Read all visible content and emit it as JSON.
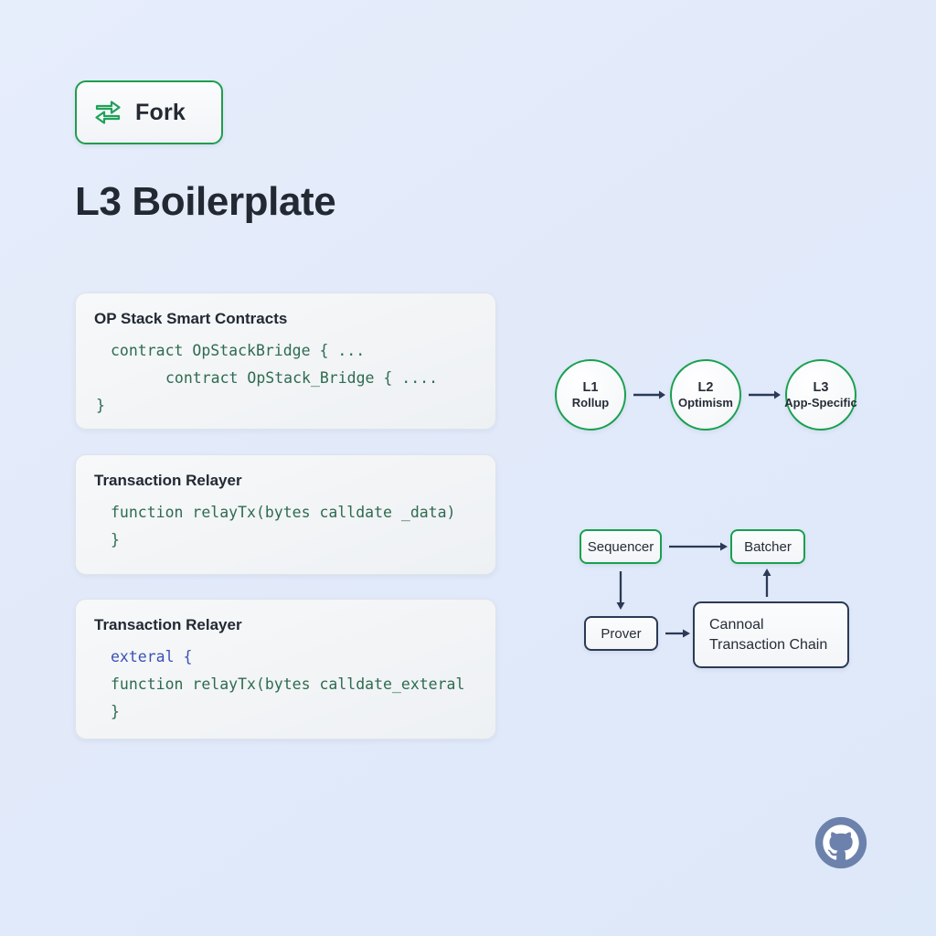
{
  "page": {
    "title": "L3 Boilerplate",
    "background_color": "#e3ebfa"
  },
  "fork_button": {
    "label": "Fork",
    "icon": "fork-swap-arrows-icon",
    "border_color": "#1f9d4d"
  },
  "cards": [
    {
      "title": "OP Stack Smart Contracts",
      "code_lines": [
        "contract OpStackBridge { ...",
        "contract OpStack_Bridge { ....",
        "}"
      ]
    },
    {
      "title": "Transaction Relayer",
      "code_lines": [
        "function relayTx(bytes calldate _data)",
        "}"
      ]
    },
    {
      "title": "Transaction Relayer",
      "code_lines": [
        "exteral {",
        "function relayTx(bytes calldate_exteral",
        "}"
      ]
    }
  ],
  "layer_chain": {
    "nodes": [
      {
        "label": "L1",
        "sublabel": "Rollup"
      },
      {
        "label": "L2",
        "sublabel": "Optimism"
      },
      {
        "label": "L3",
        "sublabel": "App-Specific"
      }
    ],
    "node_border_color": "#18a04f",
    "arrow_color": "#2b3a55"
  },
  "flow_diagram": {
    "sequencer": "Sequencer",
    "batcher": "Batcher",
    "prover": "Prover",
    "chain_line_1": "Cannoal",
    "chain_line_2": "Transaction Chain",
    "green_border": "#18a04f",
    "navy_border": "#2b3a55"
  },
  "footer": {
    "logo": "github-logo-icon",
    "logo_color": "#6c82ac"
  }
}
